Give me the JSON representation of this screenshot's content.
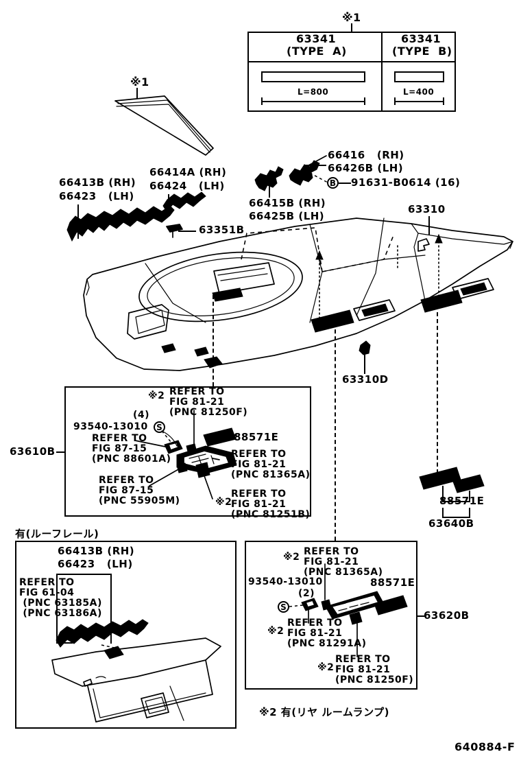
{
  "diagram": {
    "drawing_number": "640884-F",
    "footnote_mark_1": "※1",
    "footnote_mark_2": "※2",
    "footnote_2_text": "※2 有(リヤ ルームランプ)",
    "roof_rail_note": "有(ルーフレール)"
  },
  "type_table": {
    "mark": "※1",
    "columns": [
      {
        "part_number": "63341",
        "type": "(TYPE  A)",
        "length_label": "L=800"
      },
      {
        "part_number": "63341",
        "type": "(TYPE  B)",
        "length_label": "L=400"
      }
    ]
  },
  "callouts": {
    "trim_strip_mark": "※1",
    "left_rail_rh": "66413B (RH)",
    "left_rail_lh": "66423   (LH)",
    "mid_rail_rh": "66414A (RH)",
    "mid_rail_lh": "66424   (LH)",
    "bracket_a_rh": "66415B (RH)",
    "bracket_a_lh": "66425B (LH)",
    "bracket_b_rh": "66416   (RH)",
    "bracket_b_lh": "66426B (LH)",
    "bolt_circle_letter": "B",
    "bolt_part": "91631-B0614 (16)",
    "clip_63351b": "63351B",
    "headliner": "63310",
    "headliner_clip": "63310D",
    "assist_grip_88571e": "88571E",
    "rear_assy_63640b": "63640B",
    "front_assy_63610B": "63610B",
    "rear_assy_63620B": "63620B"
  },
  "detail_63610B": {
    "mark2_a": "※2",
    "refer_81250F": "REFER TO\nFIG 81-21\n(PNC 81250F)",
    "qty_4": "(4)",
    "screw": "93540-13010",
    "screw_circle_letter": "S",
    "refer_88601A": "REFER TO\nFIG 87-15\n(PNC 88601A)",
    "assist_88571E": "88571E",
    "mark2_b": "※2",
    "refer_81365A": "REFER TO\nFIG 81-21\n(PNC 81365A)",
    "refer_55905M": "REFER TO\nFIG 87-15\n(PNC 55905M)",
    "mark2_c": "※2",
    "refer_81251B": "REFER TO\nFIG 81-21\n(PNC 81251B)",
    "label": "63610B"
  },
  "detail_63620B": {
    "mark2_a": "※2",
    "refer_81365A": "REFER TO\nFIG 81-21\n(PNC 81365A)",
    "screw": "93540-13010",
    "qty_2": "(2)",
    "screw_circle_letter": "S",
    "assist_88571E": "88571E",
    "mark2_b": "※2",
    "refer_81291A": "REFER TO\nFIG 81-21\n(PNC 81291A)",
    "mark2_c": "※2",
    "refer_81250F": "REFER TO\nFIG 81-21\n(PNC 81250F)",
    "label": "63620B"
  },
  "detail_roof_rail": {
    "title": "有(ルーフレール)",
    "rail_rh": "66413B (RH)",
    "rail_lh": "66423   (LH)",
    "refer": "REFER TO\nFIG 61-04\n (PNC 63185A)\n (PNC 63186A)"
  }
}
